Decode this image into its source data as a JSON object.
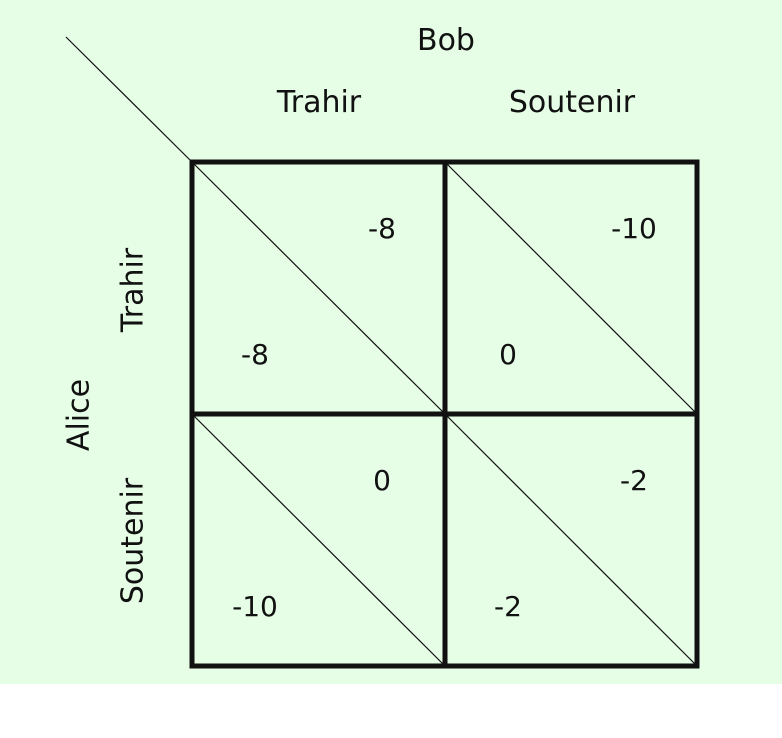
{
  "players": {
    "column": "Bob",
    "row": "Alice"
  },
  "strategies": {
    "column": [
      "Trahir",
      "Soutenir"
    ],
    "row": [
      "Trahir",
      "Soutenir"
    ]
  },
  "payoffs": [
    [
      {
        "alice": "-8",
        "bob": "-8"
      },
      {
        "alice": "0",
        "bob": "-10"
      }
    ],
    [
      {
        "alice": "-10",
        "bob": "0"
      },
      {
        "alice": "-2",
        "bob": "-2"
      }
    ]
  ],
  "colors": {
    "background": "#e6fde6",
    "lines": "#111111"
  }
}
